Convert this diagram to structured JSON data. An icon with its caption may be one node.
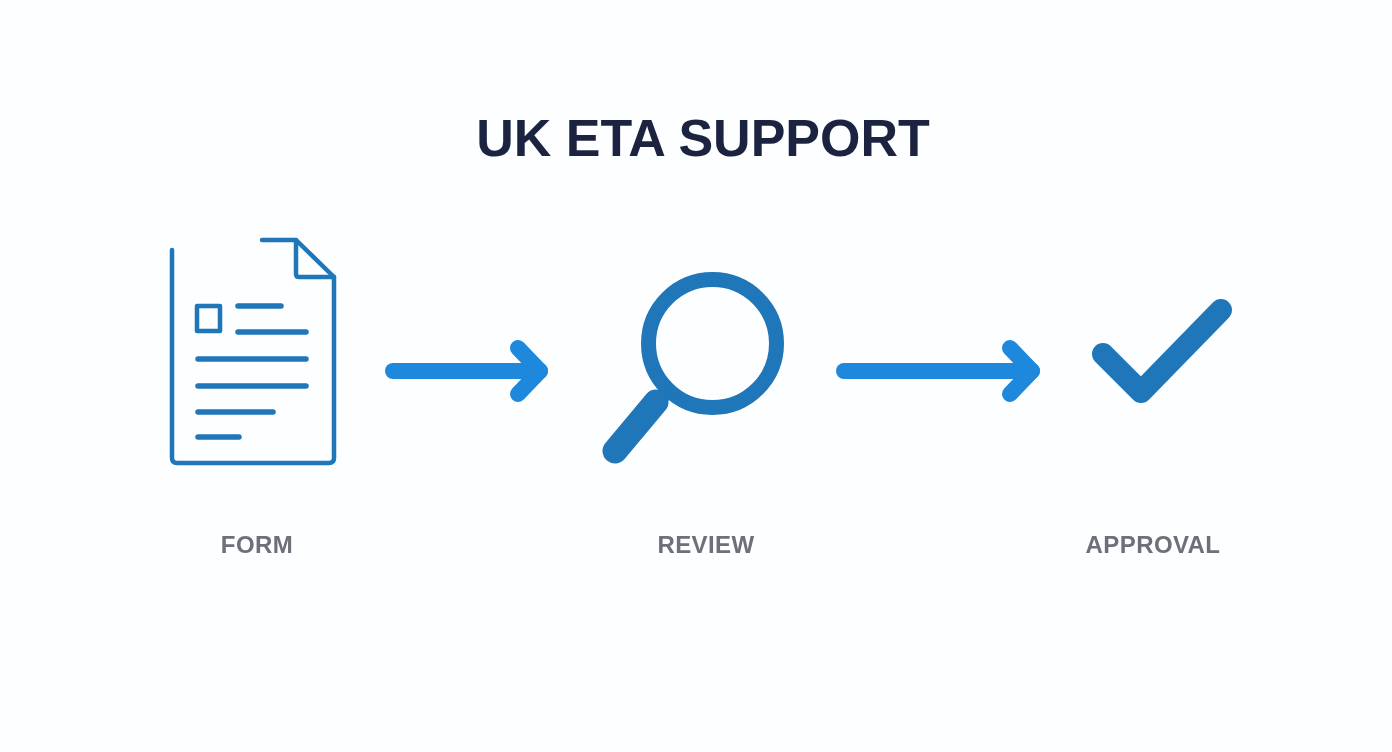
{
  "diagram": {
    "title": "UK ETA SUPPORT",
    "nodes": [
      {
        "text": [
          "FORM"
        ]
      },
      {
        "text": [
          "REVIEW"
        ]
      },
      {
        "text": [
          "APPROVAL"
        ]
      }
    ],
    "edges": [
      {
        "from": 0,
        "to": 1,
        "arrow": "to"
      },
      {
        "from": 1,
        "to": 2,
        "arrow": "to"
      }
    ]
  }
}
